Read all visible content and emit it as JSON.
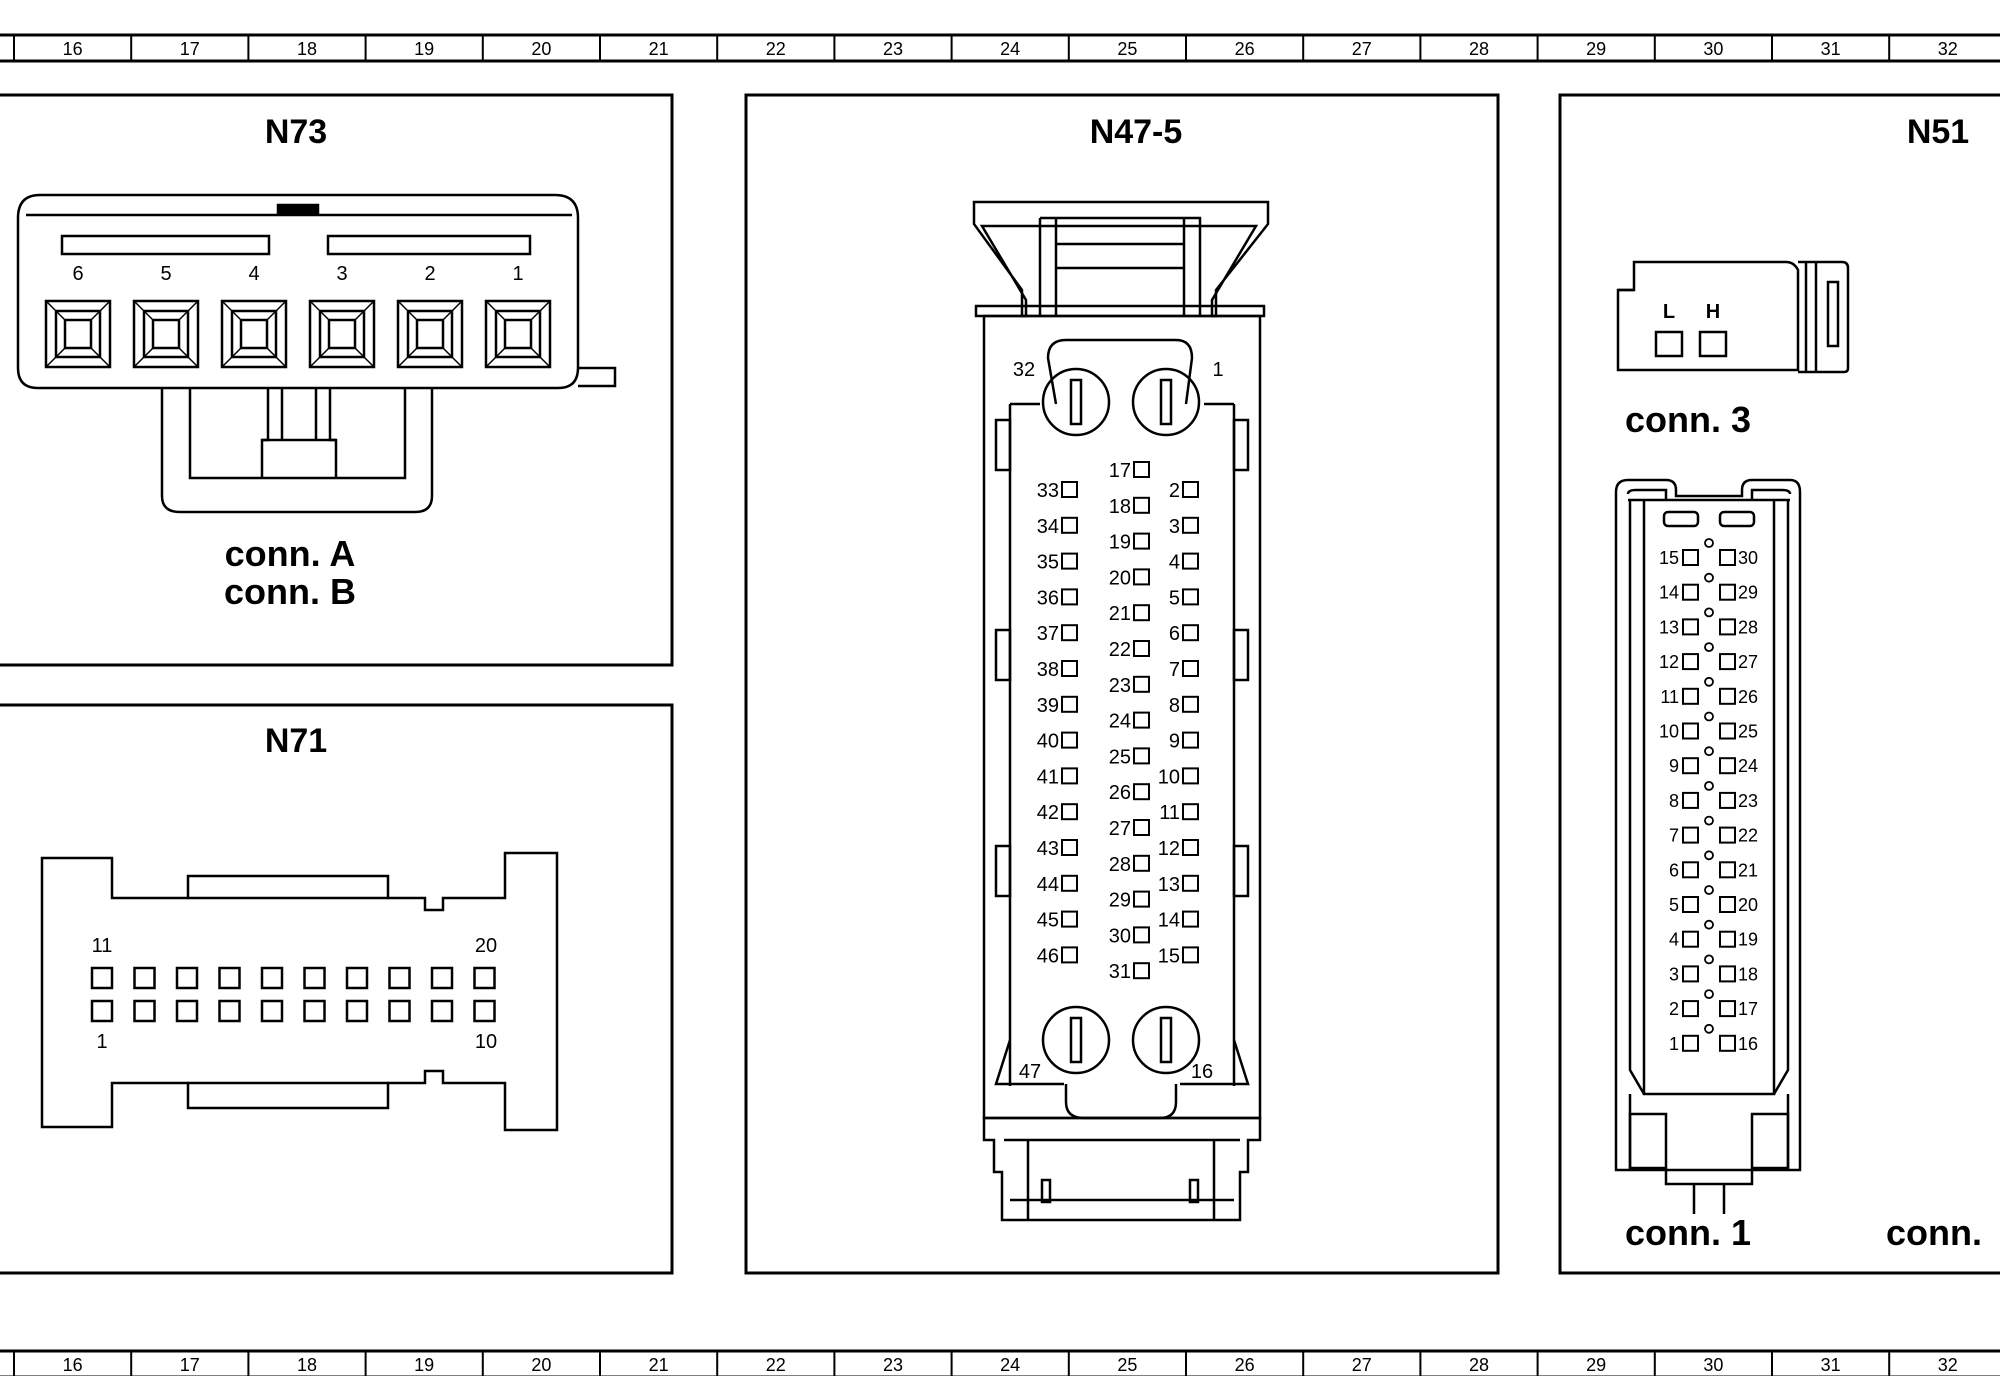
{
  "ruler": {
    "labels": [
      "16",
      "17",
      "18",
      "19",
      "20",
      "21",
      "22",
      "23",
      "24",
      "25",
      "26",
      "27",
      "28",
      "29",
      "30",
      "31",
      "32"
    ]
  },
  "panels": {
    "n73": {
      "title": "N73",
      "pin_labels": [
        "6",
        "5",
        "4",
        "3",
        "2",
        "1"
      ],
      "captions": [
        "conn. A",
        "conn. B"
      ]
    },
    "n71": {
      "title": "N71",
      "corner_labels": {
        "top_left": "11",
        "top_right": "20",
        "bottom_left": "1",
        "bottom_right": "10"
      },
      "pins_per_row": 10
    },
    "n47": {
      "title": "N47-5",
      "corner_labels": {
        "top_left": "32",
        "top_right": "1",
        "bottom_left": "47",
        "bottom_right": "16"
      },
      "left_column": [
        "33",
        "34",
        "35",
        "36",
        "37",
        "38",
        "39",
        "40",
        "41",
        "42",
        "43",
        "44",
        "45",
        "46"
      ],
      "middle_column": [
        "17",
        "18",
        "19",
        "20",
        "21",
        "22",
        "23",
        "24",
        "25",
        "26",
        "27",
        "28",
        "29",
        "30",
        "31"
      ],
      "right_column": [
        "2",
        "3",
        "4",
        "5",
        "6",
        "7",
        "8",
        "9",
        "10",
        "11",
        "12",
        "13",
        "14",
        "15"
      ]
    },
    "n51": {
      "title": "N51",
      "conn3_labels": [
        "L",
        "H"
      ],
      "conn3_caption": "conn. 3",
      "left_column": [
        "15",
        "14",
        "13",
        "12",
        "11",
        "10",
        "9",
        "8",
        "7",
        "6",
        "5",
        "4",
        "3",
        "2",
        "1"
      ],
      "right_column": [
        "30",
        "29",
        "28",
        "27",
        "26",
        "25",
        "24",
        "23",
        "22",
        "21",
        "20",
        "19",
        "18",
        "17",
        "16"
      ],
      "conn1_caption": "conn. 1",
      "conn2_caption": "conn."
    }
  }
}
